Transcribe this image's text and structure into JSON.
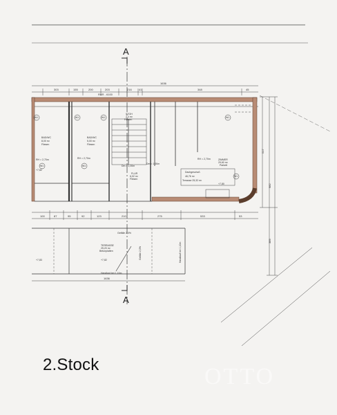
{
  "section": {
    "top": "A",
    "bottom": "A"
  },
  "floor_label": "2.Stock",
  "watermark": "OTTO",
  "dims_top": [
    "303",
    "155",
    "200",
    "203",
    "216",
    "41",
    "348",
    "45"
  ],
  "dim_total_top": "1636",
  "rar_label": "RAR - 6100",
  "dims_bottom": [
    "100",
    "87",
    "95",
    "92",
    "123",
    "210",
    "275",
    "533",
    "53"
  ],
  "dim_total_bottom": "1636",
  "dims_right": [
    "517",
    "982",
    "389"
  ],
  "rooms": [
    {
      "id": "bad-wc-1",
      "name": "BAD/WC",
      "area": "8,00 m²",
      "floor": "Fliesen",
      "height": "RH = 2,70m"
    },
    {
      "id": "bad-wc-2",
      "name": "BAD/WC",
      "area": "5,00 m²",
      "floor": "Fliesen",
      "height": "RH = 2,70m"
    },
    {
      "id": "stiege",
      "name": "STGH",
      "area": "2,4 m²",
      "floor": "Fliesen"
    },
    {
      "id": "flur",
      "name": "FLUR",
      "area": "6,02 m²",
      "floor": "Fliesen"
    },
    {
      "id": "zimmer",
      "name": "ZIMMER",
      "area": "29,60 m²",
      "floor": "Parkett",
      "height": "RH = 2,70m"
    },
    {
      "id": "terrasse",
      "name": "TERRASSE",
      "area": "25,20 m²",
      "floor": "Betonplatten"
    }
  ],
  "dachgeschoss": {
    "title": "Dachgeschoß",
    "area": "46,76 m²",
    "terrace": "Terrasse 25,32 m²"
  },
  "annotations": {
    "handlauf_1": "Handlauf bei 1,10m",
    "handlauf_2": "Handlauf bei 1,10m",
    "gefaelle_1": "Gefälle 2,0%",
    "gefaelle_2": "Gefälle 2,0%",
    "level_1": "+7,82",
    "level_2": "+7,80",
    "level_3": "+7,83",
    "level_4": "+7,82",
    "window_1": "Dm = 1,00m",
    "window_2": "Dm = 1,00m"
  },
  "markers": [
    "W1",
    "W1",
    "W1",
    "W1",
    "W1",
    "W1",
    "W1"
  ]
}
